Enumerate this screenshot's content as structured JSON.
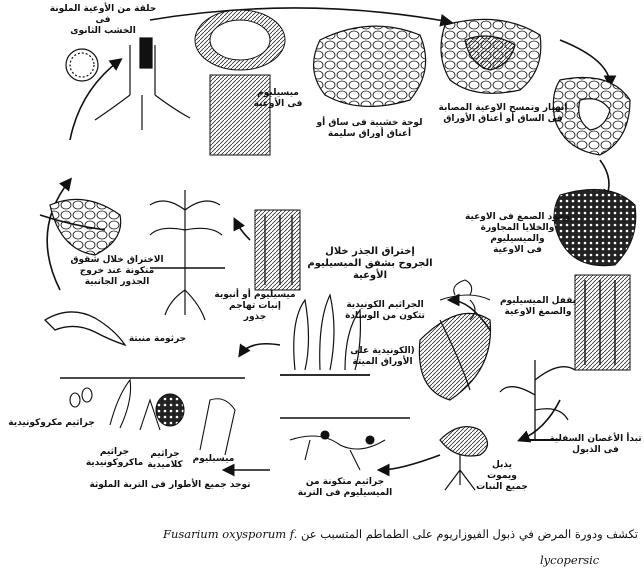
{
  "labels": {
    "ring_xylem": "حلقة من الأوعية الملونة فى\nالخشب الثانوى",
    "mycelium_in_vessels": "ميسيليوم\nفى الأوعية",
    "gum_xylem_stems": "لوحة خشبية فى ساق أو\nأعناق أوراق سليمة",
    "collapse_vessels": "إنهيار وتمسح الاوعية المصابة\nفى الساق أو أعناق الأوراق",
    "gum_in_vessels": "وجود الصمغ فى الاوعية\nوالخلايا المجاورة والميسيليوم\nفى الاوعية",
    "vessels_blocked": "يقفل الميسيليوم\nوالصمغ الاوعية",
    "lower_branches": "تبدأ الأغصان السفلية\nفى الذبول",
    "wilting_death": "يذبل\nويموت\nجميع النبات",
    "root_penetration": "إختراق الجذر خلال\nالجروح بشفق الميسيليوم\nالأوعية",
    "conidial_spores": "الجراثيم الكونيدية\nتتكون من الوسادة",
    "conidia_on_leaves": "(الكونيدية على\nالأوراق الميتة",
    "mycelium_tubes": "ميسيليوم أو أنبوبة\nإنبات تهاجم\nجذور",
    "penetration_cracks": "الاختراق خلال شقوق\nمتكونة عند خروج\nالجذور الجانبية",
    "germinating_spore": "جرثومة منبتة",
    "microconidia": "جراثيم مكروكونيدية",
    "macroconidia": "جراثيم\nماكروكونيدية",
    "chlamydospores": "جراثيم\nكلاميدية",
    "all_spores_soil": "توجد جميع الأطوار فى التربة الملوثة",
    "mycelium": "ميسيليوم",
    "spores_from_mycelium": "جراثيم متكونة من\nالميسيليوم فى التربة"
  },
  "caption": {
    "arabic_prefix": "تكشف ودورة المرض في ذبول الفيوزاريوم على الطماطم المتسبب عن",
    "latin": "Fusarium oxysporum f.",
    "latin_line2": "lycopersic"
  },
  "colors": {
    "ink": "#111111",
    "paper": "#ffffff"
  }
}
